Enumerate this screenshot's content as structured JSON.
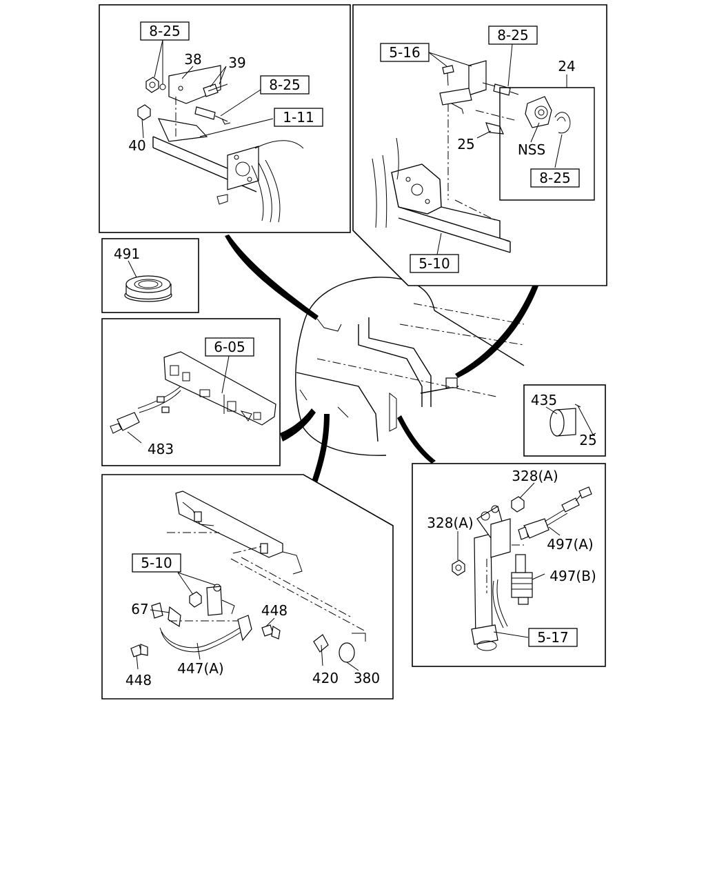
{
  "diagram": {
    "panels": {
      "top_left": {
        "refs": [
          "8-25",
          "8-25",
          "1-11"
        ],
        "labels": [
          "38",
          "39",
          "40"
        ]
      },
      "top_right": {
        "refs": [
          "5-16",
          "8-25",
          "8-25",
          "5-10"
        ],
        "labels": [
          "24",
          "25",
          "NSS"
        ]
      },
      "seal_491": {
        "labels": [
          "491"
        ]
      },
      "switch_483": {
        "refs": [
          "6-05"
        ],
        "labels": [
          "483"
        ]
      },
      "cap_435": {
        "labels": [
          "435",
          "25"
        ]
      },
      "bottom_left": {
        "refs": [
          "5-10"
        ],
        "labels": [
          "67",
          "448",
          "448",
          "447(A)",
          "420",
          "380"
        ]
      },
      "bottom_right": {
        "refs": [
          "5-17"
        ],
        "labels": [
          "328(A)",
          "328(A)",
          "497(A)",
          "497(B)"
        ]
      }
    }
  }
}
